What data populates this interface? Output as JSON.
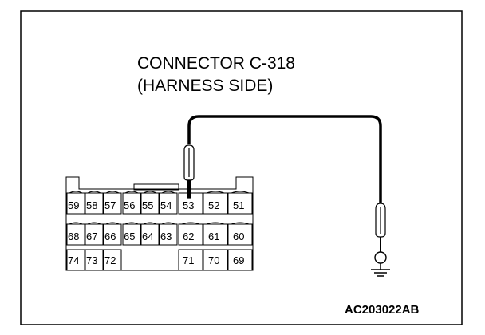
{
  "title": {
    "line1": "CONNECTOR C-318",
    "line2": "(HARNESS SIDE)"
  },
  "connector": {
    "row1": [
      "59",
      "58",
      "57",
      "56",
      "55",
      "54",
      "53",
      "52",
      "51"
    ],
    "row2": [
      "68",
      "67",
      "66",
      "65",
      "64",
      "63",
      "62",
      "61",
      "60"
    ],
    "row3": [
      "74",
      "73",
      "72",
      "71",
      "70",
      "69"
    ]
  },
  "probe_pin": "53",
  "probe_connection": "ground",
  "figure_code": "AC203022AB"
}
